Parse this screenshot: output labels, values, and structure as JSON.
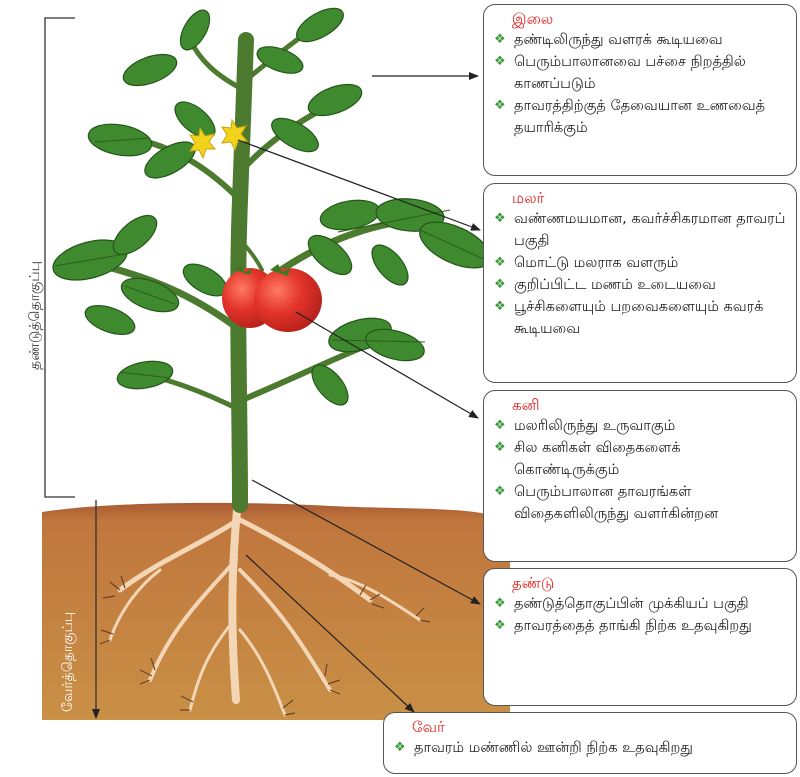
{
  "side_labels": {
    "shoot_system": "தண்டுத்தொகுப்பு",
    "root_system": "வேர்த்தொகுப்பு"
  },
  "boxes": [
    {
      "title": "இலை",
      "items": [
        "தண்டிலிருந்து வளரக் கூடியவை",
        "பெரும்பாலானவை பச்சை நிறத்தில் காணப்படும்",
        "தாவரத்திற்குத் தேவையான உணவைத் தயாரிக்கும்"
      ]
    },
    {
      "title": "மலர்",
      "items": [
        "வண்ணமயமான, கவர்ச்சிகரமான தாவரப் பகுதி",
        "மொட்டு மலராக வளரும்",
        "குறிப்பிட்ட மணம் உடையவை",
        "பூச்சிகளையும் பறவைகளையும் கவரக் கூடியவை"
      ]
    },
    {
      "title": "கனி",
      "items": [
        "மலரிலிருந்து உருவாகும்",
        "சில கனிகள் விதைகளைக் கொண்டிருக்கும்",
        "பெரும்பாலான தாவரங்கள் விதைகளிலிருந்து வளர்கின்றன"
      ]
    },
    {
      "title": "தண்டு",
      "items": [
        "தண்டுத்தொகுப்பின் முக்கியப் பகுதி",
        "தாவரத்தைத் தாங்கி நிற்க உதவுகிறது"
      ]
    },
    {
      "title": "வேர்",
      "items": [
        "தாவரம் மண்ணில் ஊன்றி நிற்க உதவுகிறது"
      ]
    }
  ],
  "colors": {
    "title_red": "#e0201c",
    "bullet_green": "#3c9a3c",
    "soil_top": "#b86a3a",
    "soil_bottom": "#c98b48",
    "stem": "#4c7a2e",
    "leaf": "#3f8a2e",
    "tomato": "#e3342a",
    "flower": "#f2d31b",
    "root": "#f0d2b0"
  },
  "icons": {
    "bullet": "diamond-bullet-icon"
  }
}
